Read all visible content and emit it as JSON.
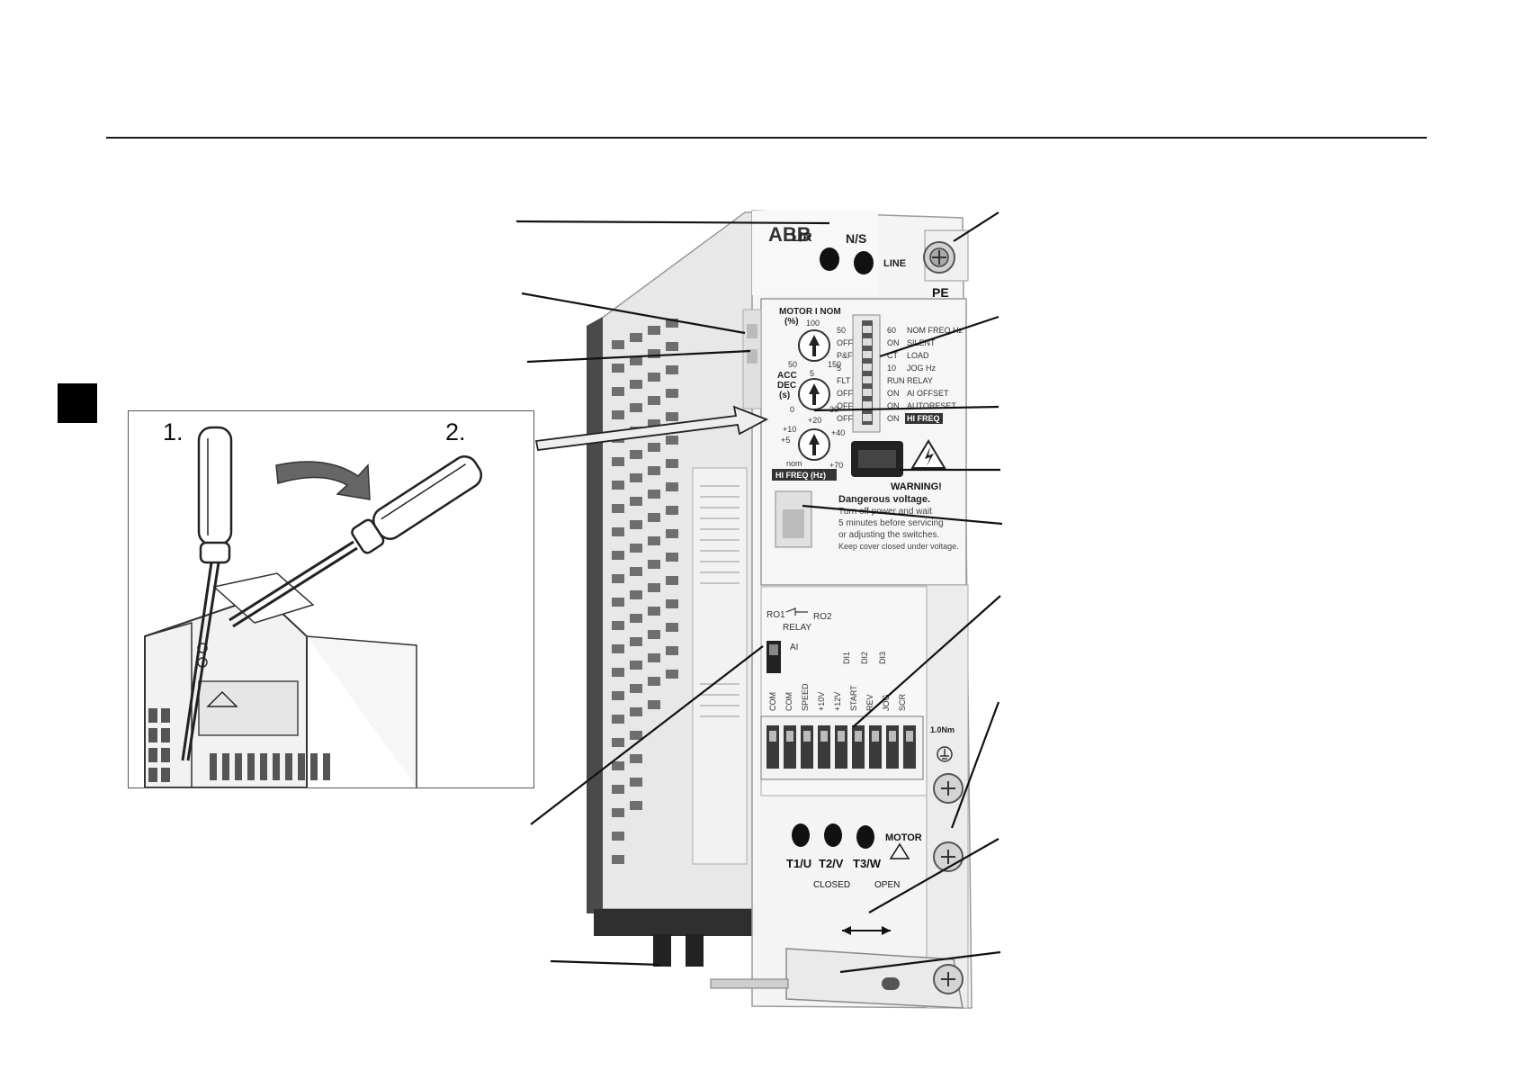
{
  "inset": {
    "step1": "1.",
    "step2": "2."
  },
  "device": {
    "brand": "ABB",
    "top_labels": {
      "lr": "L/R",
      "ns": "N/S",
      "line": "LINE",
      "pe": "PE"
    },
    "dials": {
      "motor_inom": "MOTOR I NOM",
      "percent": "(%)",
      "d1_top": "100",
      "d1_left": "50",
      "d1_right": "150",
      "acc_dec_1": "ACC",
      "acc_dec_2": "DEC",
      "acc_dec_3": "(s)",
      "d2_top": "5",
      "d2_left": "0",
      "d2_right": "30",
      "d3_top": "+20",
      "d3_tl": "+10",
      "d3_l": "+5",
      "d3_r": "+40",
      "d3_br": "+70",
      "d3_nom": "nom",
      "hi_freq_hz": "HI FREQ (Hz)"
    },
    "dip_left": [
      "50",
      "OFF",
      "P&F",
      "5",
      "FLT",
      "OFF",
      "OFF",
      "OFF"
    ],
    "dip_right": [
      {
        "v": "60",
        "t": "NOM FREQ Hz"
      },
      {
        "v": "ON",
        "t": "SILENT"
      },
      {
        "v": "CT",
        "t": "LOAD"
      },
      {
        "v": "10",
        "t": "JOG Hz"
      },
      {
        "v": "RUN",
        "t": "RELAY"
      },
      {
        "v": "ON",
        "t": "AI OFFSET"
      },
      {
        "v": "ON",
        "t": "AUTORESET"
      },
      {
        "v": "ON",
        "t": "HI FREQ"
      }
    ],
    "warning": {
      "title": "WARNING!",
      "l1": "Dangerous voltage.",
      "l2": "Turn off power and wait",
      "l3": "5 minutes before servicing",
      "l4": "or adjusting the switches.",
      "l5": "Keep cover closed under voltage."
    },
    "relay": {
      "ro1": "RO1",
      "ro2": "RO2",
      "relay": "RELAY",
      "ai": "AI"
    },
    "io_terminals": [
      "COM",
      "COM",
      "SPEED",
      "+10V",
      "+12V",
      "START",
      "REV",
      "JOG",
      "SCR"
    ],
    "di_labels": [
      "DI1",
      "DI2",
      "DI3"
    ],
    "torque": "1.0Nm",
    "motor": {
      "t1": "T1/U",
      "t2": "T2/V",
      "t3": "T3/W",
      "motor": "MOTOR"
    },
    "clamp": {
      "closed": "CLOSED",
      "open": "OPEN"
    }
  }
}
